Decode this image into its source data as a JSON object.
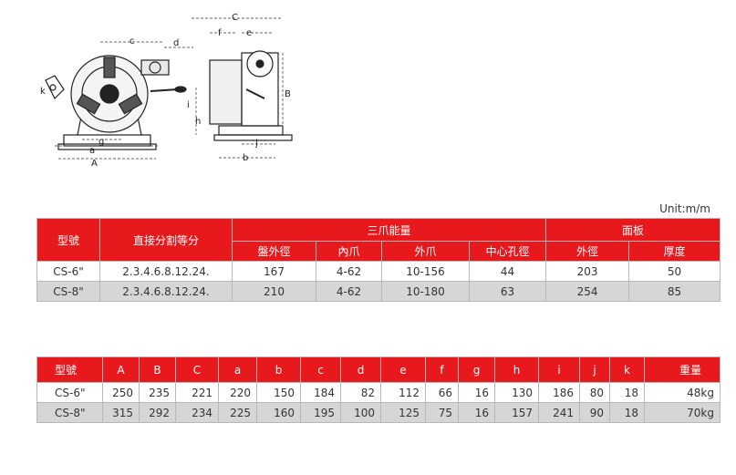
{
  "unit_label": "Unit:m/m",
  "drawing_labels": {
    "c_top": "c",
    "d": "d",
    "C": "C",
    "f": "f",
    "e": "e",
    "k": "k",
    "i": "i",
    "h": "h",
    "B": "B",
    "g": "g",
    "a": "a",
    "A": "A",
    "j": "j",
    "b": "b"
  },
  "table1": {
    "header": {
      "model": "型號",
      "division": "直接分割等分",
      "jaw_group": "三爪能量",
      "plate_group": "面板"
    },
    "sub": {
      "outer_dia": "盤外徑",
      "inner_jaw": "內爪",
      "outer_jaw": "外爪",
      "center_hole": "中心孔徑",
      "plate_outer": "外徑",
      "thickness": "厚度"
    },
    "rows": [
      [
        "CS-6\"",
        "2.3.4.6.8.12.24.",
        "167",
        "4-62",
        "10-156",
        "44",
        "203",
        "50"
      ],
      [
        "CS-8\"",
        "2.3.4.6.8.12.24.",
        "210",
        "4-62",
        "10-180",
        "63",
        "254",
        "85"
      ]
    ]
  },
  "table2": {
    "headers": [
      "型號",
      "A",
      "B",
      "C",
      "a",
      "b",
      "c",
      "d",
      "e",
      "f",
      "g",
      "h",
      "i",
      "j",
      "k",
      "重量"
    ],
    "rows": [
      [
        "CS-6\"",
        "250",
        "235",
        "221",
        "220",
        "150",
        "184",
        "82",
        "112",
        "66",
        "16",
        "130",
        "186",
        "80",
        "18",
        "48kg"
      ],
      [
        "CS-8\"",
        "315",
        "292",
        "234",
        "225",
        "160",
        "195",
        "100",
        "125",
        "75",
        "16",
        "157",
        "241",
        "90",
        "18",
        "70kg"
      ]
    ]
  }
}
